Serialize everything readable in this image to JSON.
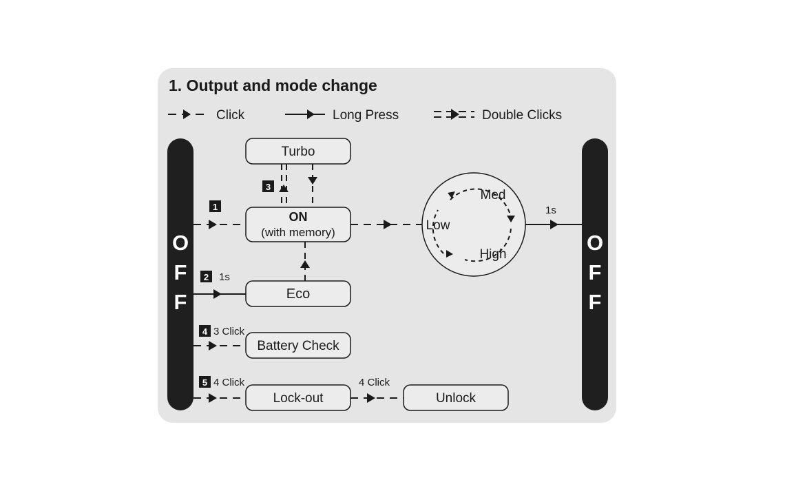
{
  "title": "1. Output and mode change",
  "legend": {
    "click": "Click",
    "long_press": "Long Press",
    "double_clicks": "Double Clicks"
  },
  "off_label": [
    "O",
    "F",
    "F"
  ],
  "nodes": {
    "turbo": "Turbo",
    "on_title": "ON",
    "on_subtitle": "(with memory)",
    "eco": "Eco",
    "battery_check": "Battery Check",
    "lockout": "Lock-out",
    "unlock": "Unlock"
  },
  "cycle": {
    "low": "Low",
    "med": "Med",
    "high": "High"
  },
  "steps": {
    "s1": "1",
    "s2": "2",
    "s3": "3",
    "s4": "4",
    "s5": "5"
  },
  "annotations": {
    "eco_time": "1s",
    "off_time": "1s",
    "battery_clicks": "3 Click",
    "lockout_clicks": "4 Click",
    "unlock_clicks": "4 Click"
  },
  "colors": {
    "panel": "#e5e5e5",
    "bar": "#1f1f1f",
    "line": "#1a1a1a",
    "node_fill": "#ececec"
  }
}
